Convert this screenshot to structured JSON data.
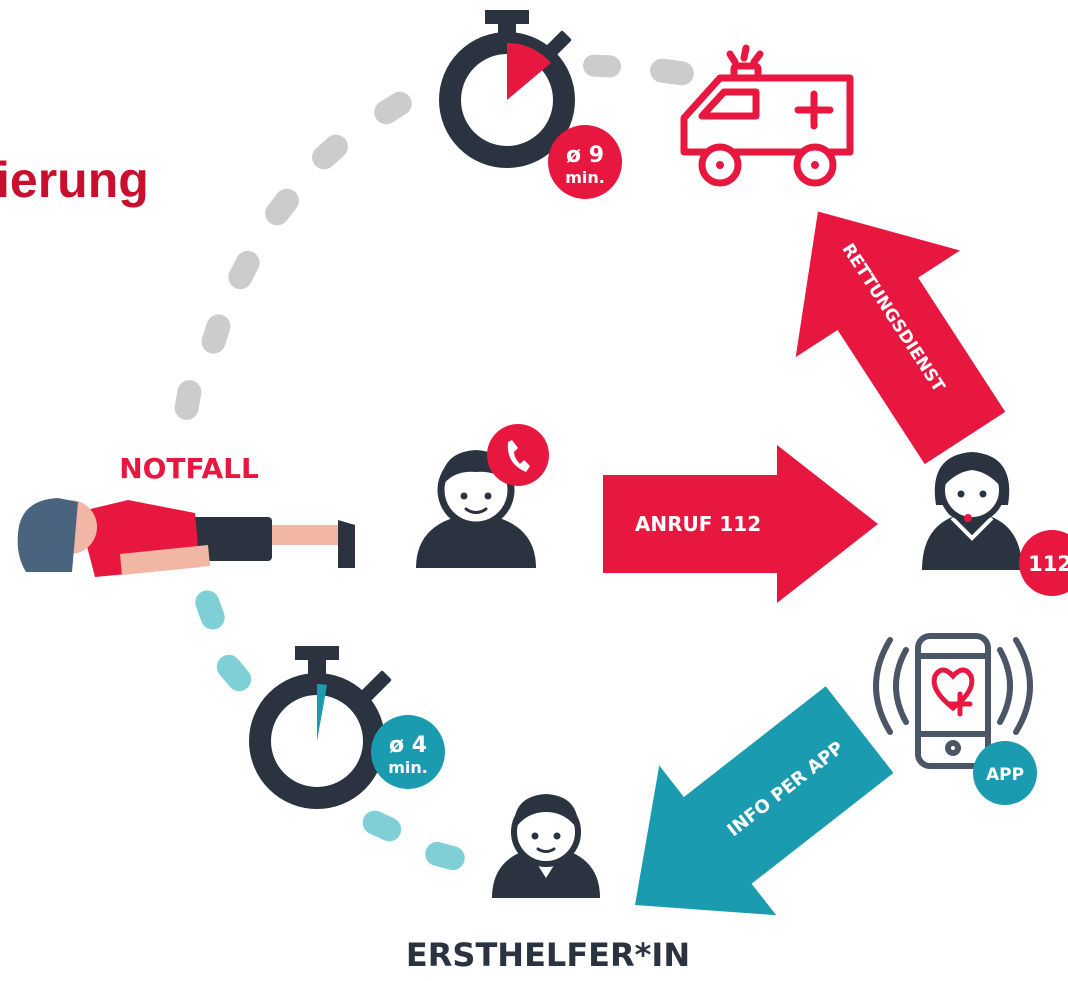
{
  "title": "ierung",
  "labels": {
    "notfall": "NOTFALL",
    "ersthelfer": "ERSTHELFER*IN",
    "anruf": "ANRUF 112",
    "rettungsdienst": "RETTUNGSDIENST",
    "info_per_app": "INFO PER APP",
    "badge_112": "112",
    "badge_app": "APP"
  },
  "timers": {
    "ambulance": {
      "symbol": "ø 9",
      "unit": "min."
    },
    "first_responder": {
      "symbol": "ø 4",
      "unit": "min."
    }
  },
  "colors": {
    "red": "#e8173f",
    "dark_red": "#c8102e",
    "teal": "#1a9bb0",
    "navy": "#2b3240",
    "gray_dash": "#cccccc",
    "teal_dash": "#7ecfd6"
  },
  "icons": [
    "stopwatch-icon",
    "ambulance-icon",
    "phone-icon",
    "smartphone-heart-icon",
    "dispatcher-headset-icon",
    "person-icon",
    "patient-icon"
  ]
}
